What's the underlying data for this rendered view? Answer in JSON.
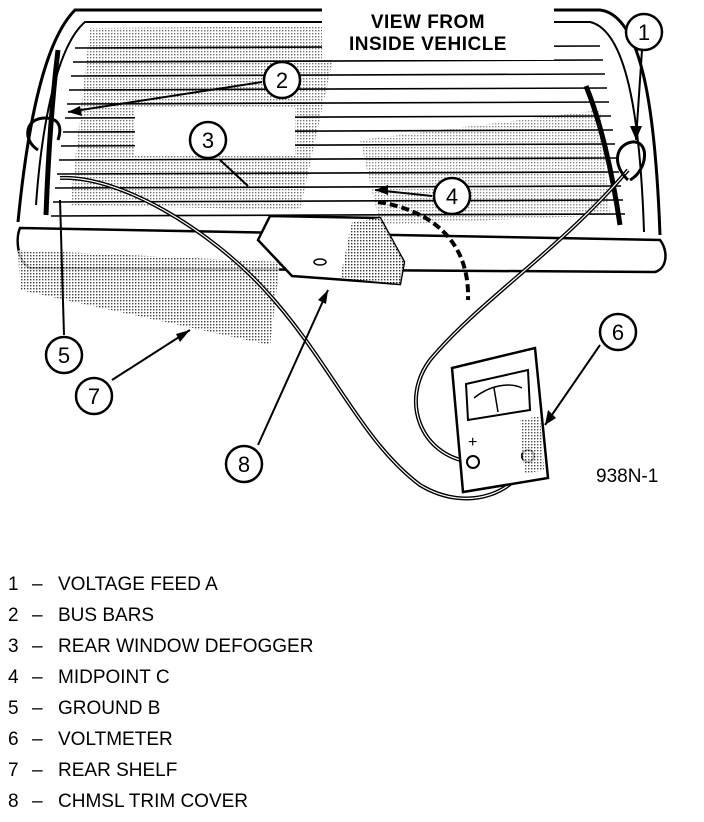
{
  "figure": {
    "view_title_line1": "VIEW FROM",
    "view_title_line2": "INSIDE VEHICLE",
    "figure_id": "938N-1",
    "meter_plus": "+",
    "callouts": [
      "1",
      "2",
      "3",
      "4",
      "5",
      "6",
      "7",
      "8"
    ]
  },
  "legend": [
    {
      "num": "1",
      "sep": "–",
      "label": "VOLTAGE FEED A"
    },
    {
      "num": "2",
      "sep": "–",
      "label": "BUS BARS"
    },
    {
      "num": "3",
      "sep": "–",
      "label": "REAR WINDOW DEFOGGER"
    },
    {
      "num": "4",
      "sep": "–",
      "label": "MIDPOINT C"
    },
    {
      "num": "5",
      "sep": "–",
      "label": "GROUND B"
    },
    {
      "num": "6",
      "sep": "–",
      "label": "VOLTMETER"
    },
    {
      "num": "7",
      "sep": "–",
      "label": "REAR SHELF"
    },
    {
      "num": "8",
      "sep": "–",
      "label": "CHMSL TRIM COVER"
    }
  ]
}
